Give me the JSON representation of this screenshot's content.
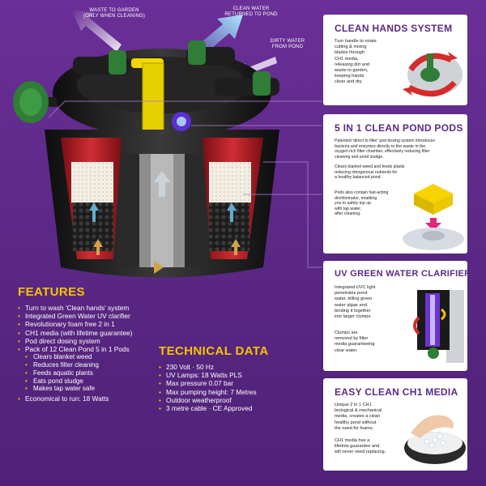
{
  "arrow_labels": {
    "waste": [
      "WASTE TO GARDEN",
      "(ONLY WHEN CLEANING)"
    ],
    "clean": [
      "CLEAN WATER",
      "RETURNED TO POND"
    ],
    "dirty": [
      "DIRTY WATER",
      "FROM POND"
    ]
  },
  "cards": [
    {
      "title": "CLEAN HANDS SYSTEM",
      "lines": [
        "Turn handle to rotate",
        "cutting & mixing",
        "blades through",
        "CH1 media,",
        "releasing dirt and",
        "waste to garden,",
        "keeping hands",
        "clean and dry."
      ]
    },
    {
      "title": "5 IN 1 CLEAN POND PODS",
      "intro": [
        "Patented 'direct to filter' pod dosing system introduces",
        "bacteria and enzymes directly to the waste in the",
        "oxygen rich filter chamber, effectively reducing filter",
        "cleaning and pond sludge."
      ],
      "lines2": [
        "Clears blanket weed and feeds plants",
        "reducing nitrogenous nutrients for",
        "a healthy balanced pond."
      ],
      "lines3": [
        "Pods also contain fast-acting",
        "dechlorinator, enabling",
        "you to safely top up",
        "with tap water,",
        "after cleaning."
      ]
    },
    {
      "title": "UV GREEN WATER CLARIFIER",
      "lines": [
        "Integrated UVC light",
        "penetrates pond",
        "water, killing green",
        "water algae and",
        "binding it together",
        "into larger clumps."
      ],
      "lines2": [
        "Clumps are",
        "removed by filter",
        "media guaranteeing",
        "clear water."
      ]
    },
    {
      "title": "EASY CLEAN CH1 MEDIA",
      "lines": [
        "Unique 2 in 1 CH1",
        "biological & mechanical",
        "media, creates a clean",
        "healthy pond without",
        "the need for foams."
      ],
      "lines2": [
        "CH1 media has a",
        "lifetime guarantee and",
        "will never need replacing."
      ]
    }
  ],
  "features": {
    "title": "FEATURES",
    "items": [
      "Turn to wash 'Clean hands' system",
      "Integrated Green Water UV clarifier",
      "Revolutionary foam free 2 in 1",
      "CH1 media (with lifetime guarantee)",
      "Pod direct dosing system",
      "Pack of 12 Clean Pond 5 in 1 Pods"
    ],
    "sub": [
      "Clears blanket weed",
      "Reduces filter cleaning",
      "Feeds aquatic plants",
      "Eats pond sludge",
      "Makes tap water safe"
    ],
    "last": "Economical to run: 18 Watts"
  },
  "technical": {
    "title": "TECHNICAL DATA",
    "items": [
      "230 Volt · 50 Hz",
      "UV Lamps: 18 Watts PLS",
      "Max pressure 0.07 bar",
      "Max pumping height: 7 Metres",
      "Outdoor weatherproof",
      "3 metre cable · CE Approved"
    ]
  },
  "colors": {
    "background": "#5b2a86",
    "accent_yellow": "#f5c400",
    "card_title": "#5a2a86",
    "filter_red": "#c0262c",
    "filter_black": "#1f1f1f",
    "knob_green": "#2f7d36"
  }
}
